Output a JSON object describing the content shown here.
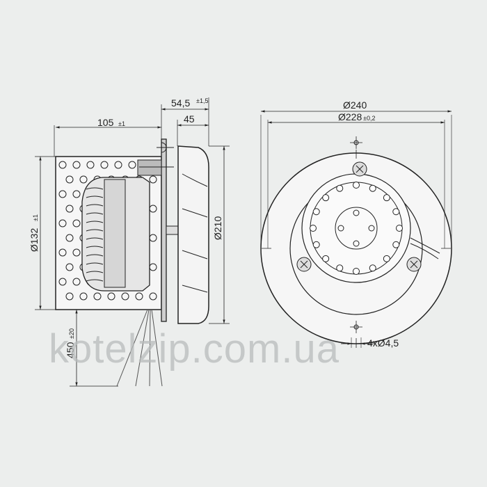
{
  "side_view": {
    "dim_length": "105",
    "dim_length_tol": "±1",
    "dim_overall": "54,5",
    "dim_overall_tol": "±1,5",
    "dim_impeller": "45",
    "dim_housing_dia": "Ø132",
    "dim_housing_dia_tol": "±1",
    "dim_impeller_dia": "Ø210",
    "dim_cable": "450",
    "dim_cable_tol": "±20"
  },
  "front_view": {
    "dim_outer": "Ø240",
    "dim_bolt_circle": "Ø228",
    "dim_bolt_circle_tol": "±0,2",
    "dim_holes": "4xØ4,5"
  },
  "watermark": "kotelzip.com.ua",
  "colors": {
    "background": "#eceeed",
    "line": "#222222",
    "watermark": "#b8bcbc"
  }
}
